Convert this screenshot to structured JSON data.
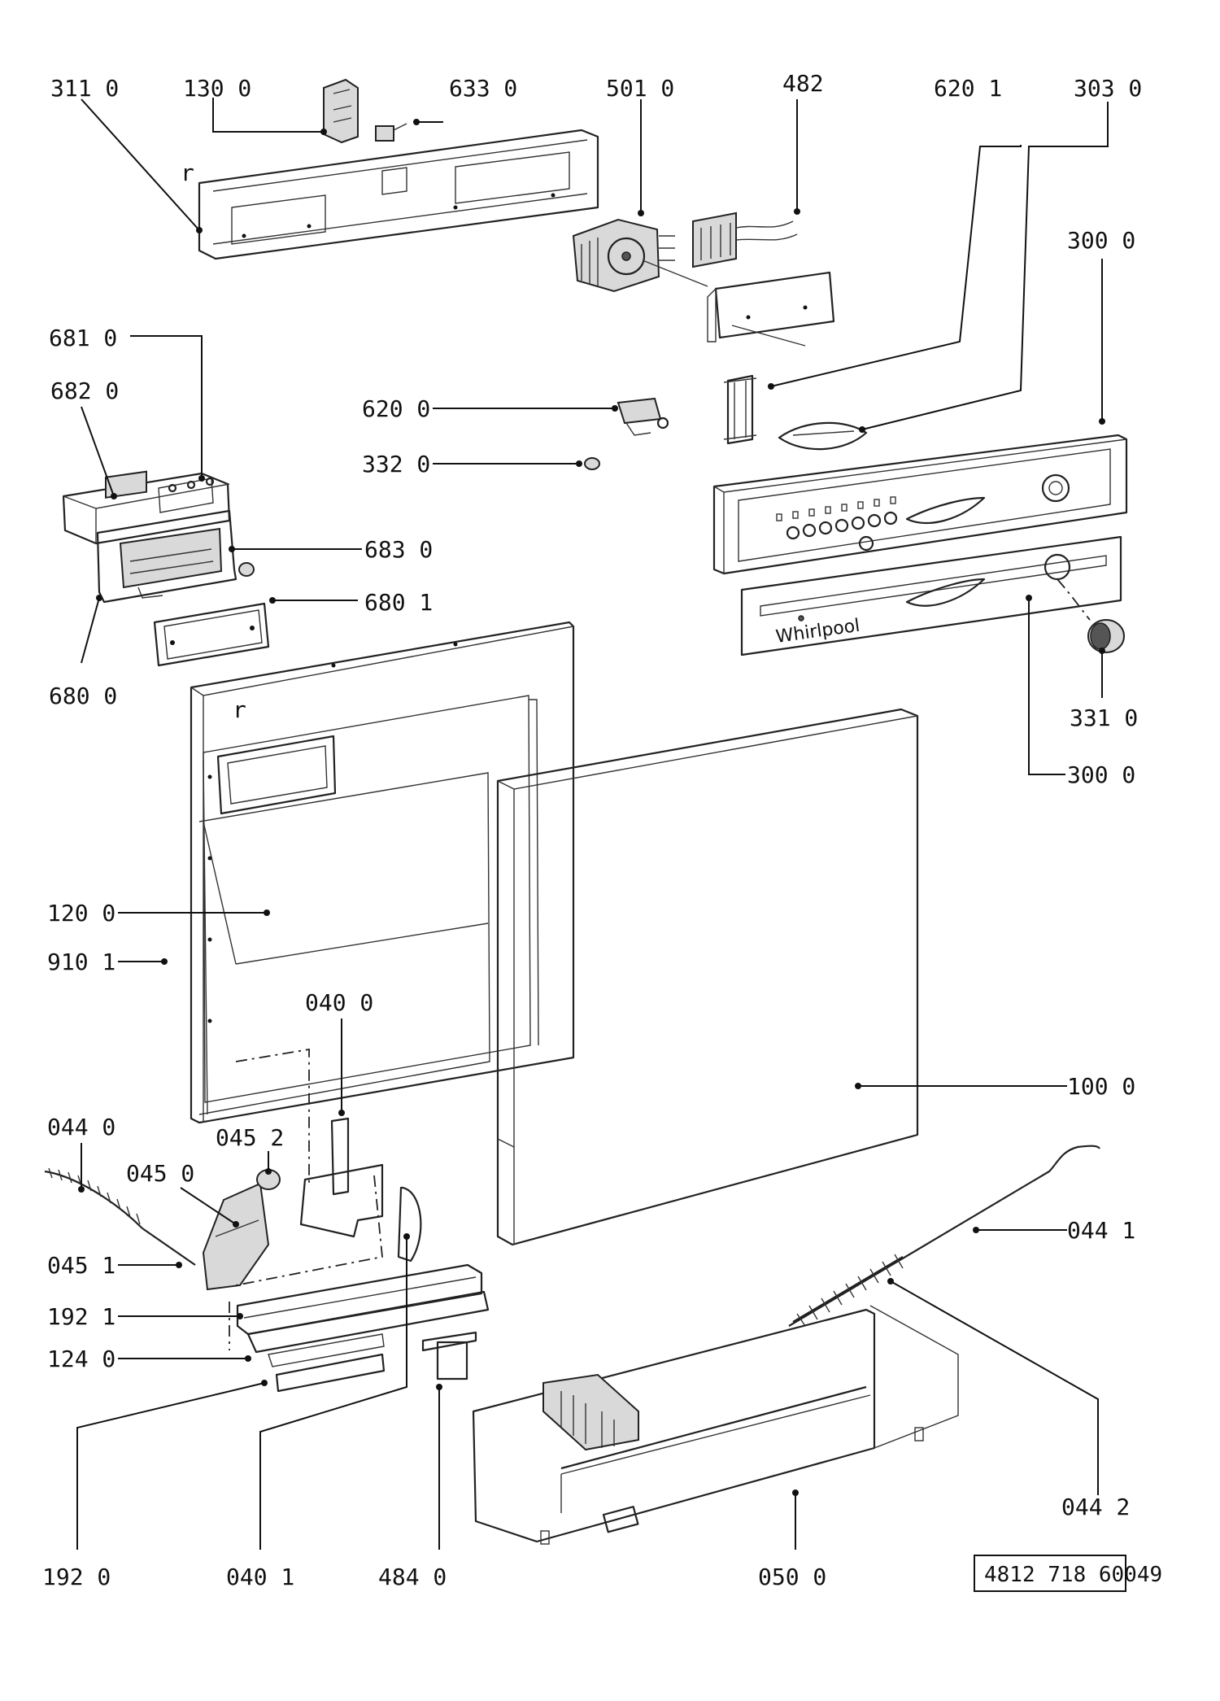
{
  "labels": {
    "p311_0": "311 0",
    "p130_0": "130 0",
    "p633_0": "633 0",
    "p501_0": "501 0",
    "p482": "482",
    "p620_1": "620 1",
    "p303_0": "303 0",
    "p300_0_top": "300 0",
    "p681_0": "681 0",
    "p682_0": "682 0",
    "p620_0": "620 0",
    "p332_0": "332 0",
    "p683_0": "683 0",
    "p680_1": "680 1",
    "p680_0": "680 0",
    "p331_0": "331 0",
    "p300_0_bottom": "300 0",
    "p120_0": "120 0",
    "p910_1": "910 1",
    "p040_0": "040 0",
    "p100_0": "100 0",
    "p044_0": "044 0",
    "p045_2": "045 2",
    "p045_0": "045 0",
    "p044_1": "044 1",
    "p045_1": "045 1",
    "p192_1": "192 1",
    "p124_0": "124 0",
    "p044_2": "044 2",
    "p192_0": "192 0",
    "p040_1": "040 1",
    "p484_0": "484 0",
    "p050_0": "050 0"
  },
  "marks": {
    "r_upper": "r",
    "r_lower": "r"
  },
  "reference_number": "4812 718 60049"
}
